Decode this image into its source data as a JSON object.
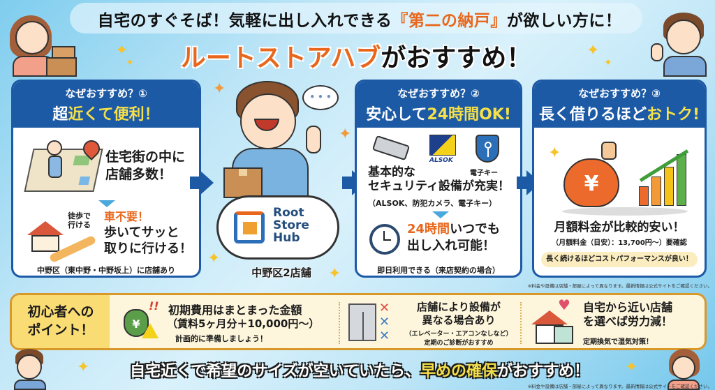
{
  "header": {
    "line1_pre": "自宅のすぐそば！気軽に出し入れできる",
    "line1_highlight": "『第二の納戸』",
    "line1_post": "が欲しい方に！",
    "line2_brand": "ルートストアハブ",
    "line2_post": "がおすすめ！"
  },
  "panels": [
    {
      "question": "なぜおすすめ？①",
      "title_pre": "超",
      "title_highlight": "近くて便利！",
      "title_post": "",
      "point1": "住宅街の中に\n店舗多数！",
      "walk_label": "徒歩で\n行ける",
      "point2_orange": "車不要！",
      "point2": "歩いてサッと\n取りに行ける！",
      "footer": "中野区（東中野・中野坂上）に店舗あり"
    },
    {
      "question": "なぜおすすめ？②",
      "title_pre": "安心して",
      "title_highlight": "24時間OK!",
      "title_post": "",
      "alsok_label": "ALSOK",
      "ekey_label": "電子キー",
      "point1": "基本的な\nセキュリティ設備が充実！",
      "point1_sub": "（ALSOK、防犯カメラ、電子キー）",
      "point2_orange": "24時間",
      "point2_a": "いつでも",
      "point2_b": "出し入れ可能！",
      "footer": "即日利用できる（来店契約の場合）"
    },
    {
      "question": "なぜおすすめ？③",
      "title_pre": "長く借りるほど",
      "title_highlight": "おトク!",
      "title_post": "",
      "yen": "¥",
      "point1": "月額料金が比較的安い！",
      "point1_sub": "（月額料金（目安）：13,700円～）要確認",
      "badge": "長く続けるほどコストパフォーマンスが良い！"
    }
  ],
  "center": {
    "logo_lines": [
      "Root",
      "Store",
      "Hub"
    ],
    "stores": "中野区2店舗",
    "thought": "• • •"
  },
  "note_top": "※料金や設備は店舗・部屋によって異なります。最新情報は公式サイトをご確認ください。",
  "tips": {
    "label": "初心者への\nポイント！",
    "items": [
      {
        "title": "初期費用はまとまった金額",
        "sub": "（賃料5ヶ月分＋10,000円～）",
        "note": "計画的に準備しましょう！",
        "yen": "¥"
      },
      {
        "title": "店舗により設備が\n異なる場合あり",
        "sub": "（エレベーター・エアコンなしなど）",
        "note": "定期のご診断がおすすめ"
      },
      {
        "title": "自宅から近い店舗\nを選べば労力減！",
        "note": "定期換気で湿気対策！"
      }
    ]
  },
  "bottom": {
    "pre": "自宅近くで希望のサイズが空いていたら、",
    "highlight": "早めの確保",
    "post": "がおすすめ！",
    "note": "※料金や設備は店舗・部屋によって異なります。最新情報は公式サイトをご確認ください。"
  },
  "colors": {
    "brand_blue": "#1d5aa6",
    "accent_orange": "#e8671c",
    "highlight_yellow": "#f5e04a",
    "tips_border": "#d8992a"
  }
}
